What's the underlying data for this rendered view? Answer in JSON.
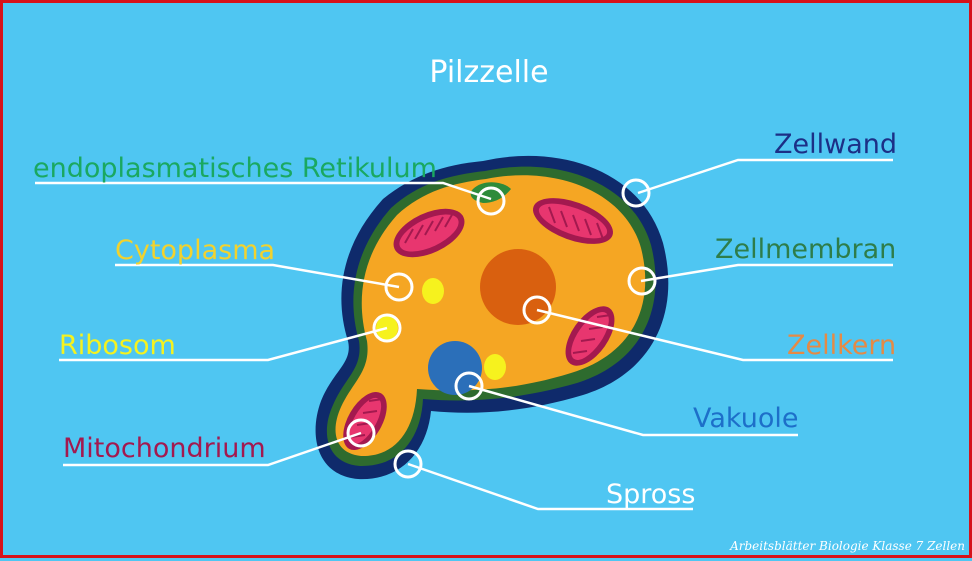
{
  "title": "Pilzzelle",
  "labels": {
    "er": "endoplasmatisches Retikulum",
    "cytoplasma": "Cytoplasma",
    "ribosom": "Ribosom",
    "mitochondrium": "Mitochondrium",
    "zellwand": "Zellwand",
    "zellmembran": "Zellmembran",
    "zellkern": "Zellkern",
    "vakuole": "Vakuole",
    "spross": "Spross"
  },
  "footer": "Arbeitsblätter Biologie Klasse 7 Zellen",
  "colors": {
    "background": "#4fc6f2",
    "border": "#d6121a",
    "title": "#ffffff",
    "er": "#1aa861",
    "cytoplasma": "#f2d22e",
    "ribosom": "#f6f21e",
    "mitochondrium": "#a3194f",
    "zellwand": "#1c2f86",
    "zellmembran": "#2e7d4a",
    "zellkern": "#e58a45",
    "vakuole": "#1d6fc9",
    "spross": "#ffffff",
    "cell_wall_fill": "#0f2a6b",
    "cytoplasm_fill": "#f5a623",
    "nucleus_fill": "#d9600f",
    "vacuole_fill": "#2b6fb9",
    "mito_fill": "#e8366f"
  }
}
